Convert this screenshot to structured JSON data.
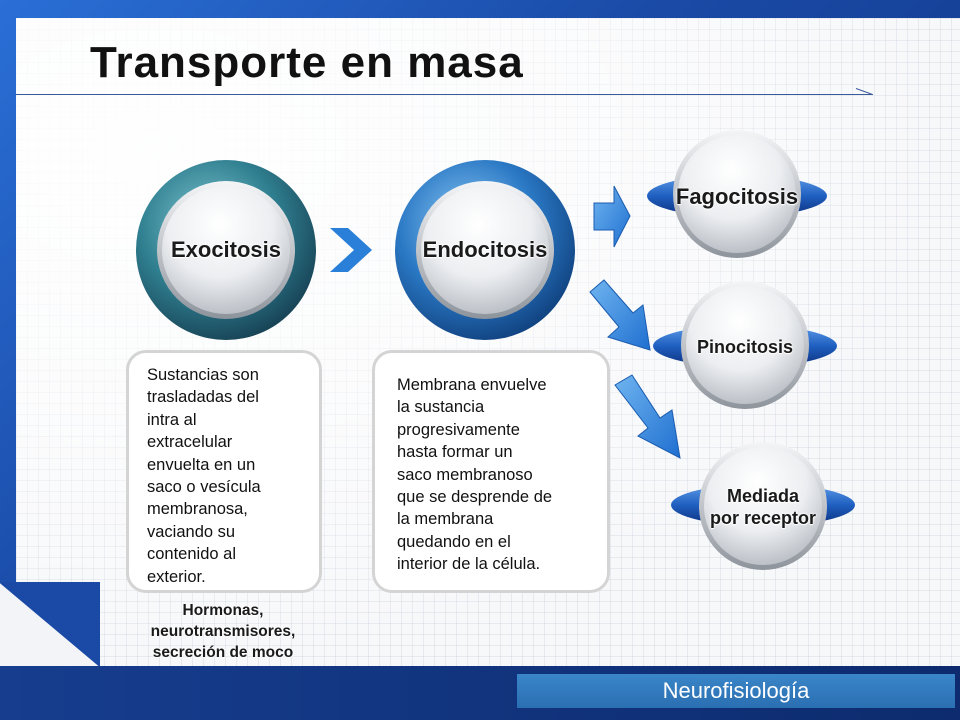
{
  "slide": {
    "title": "Transporte en masa",
    "footer": "Neurofisiología"
  },
  "nodes": {
    "exocitosis": "Exocitosis",
    "endocitosis": "Endocitosis",
    "fagocitosis": "Fagocitosis",
    "pinocitosis": "Pinocitosis",
    "mediada": "Mediada\npor receptor"
  },
  "descriptions": {
    "exocitosis": "Sustancias son\ntrasladadas del\nintra al\nextracelular\nenvuelta en un\nsaco o vesícula\nmembranosa,\nvaciando su\ncontenido al\nexterior.",
    "endocitosis": "Membrana envuelve\nla sustancia\nprogresivamente\nhasta formar un\nsaco membranoso\nque se desprende de\nla membrana\nquedando en el\ninterior de la célula."
  },
  "examples": "Hormonas,\nneurotransmisores,\nsecreción de moco",
  "icons": [
    "chevron-right-icon",
    "arrow-right-icon",
    "arrow-down-right-icon"
  ],
  "colors": {
    "frame": "#1a4aa6",
    "exocitosis_ring": "#2f7f90",
    "endocitosis_ring": "#2a78c4",
    "side_disc": "#1f5fc0",
    "arrow": "#2a7fd8",
    "footer": "#2a6fb2"
  }
}
